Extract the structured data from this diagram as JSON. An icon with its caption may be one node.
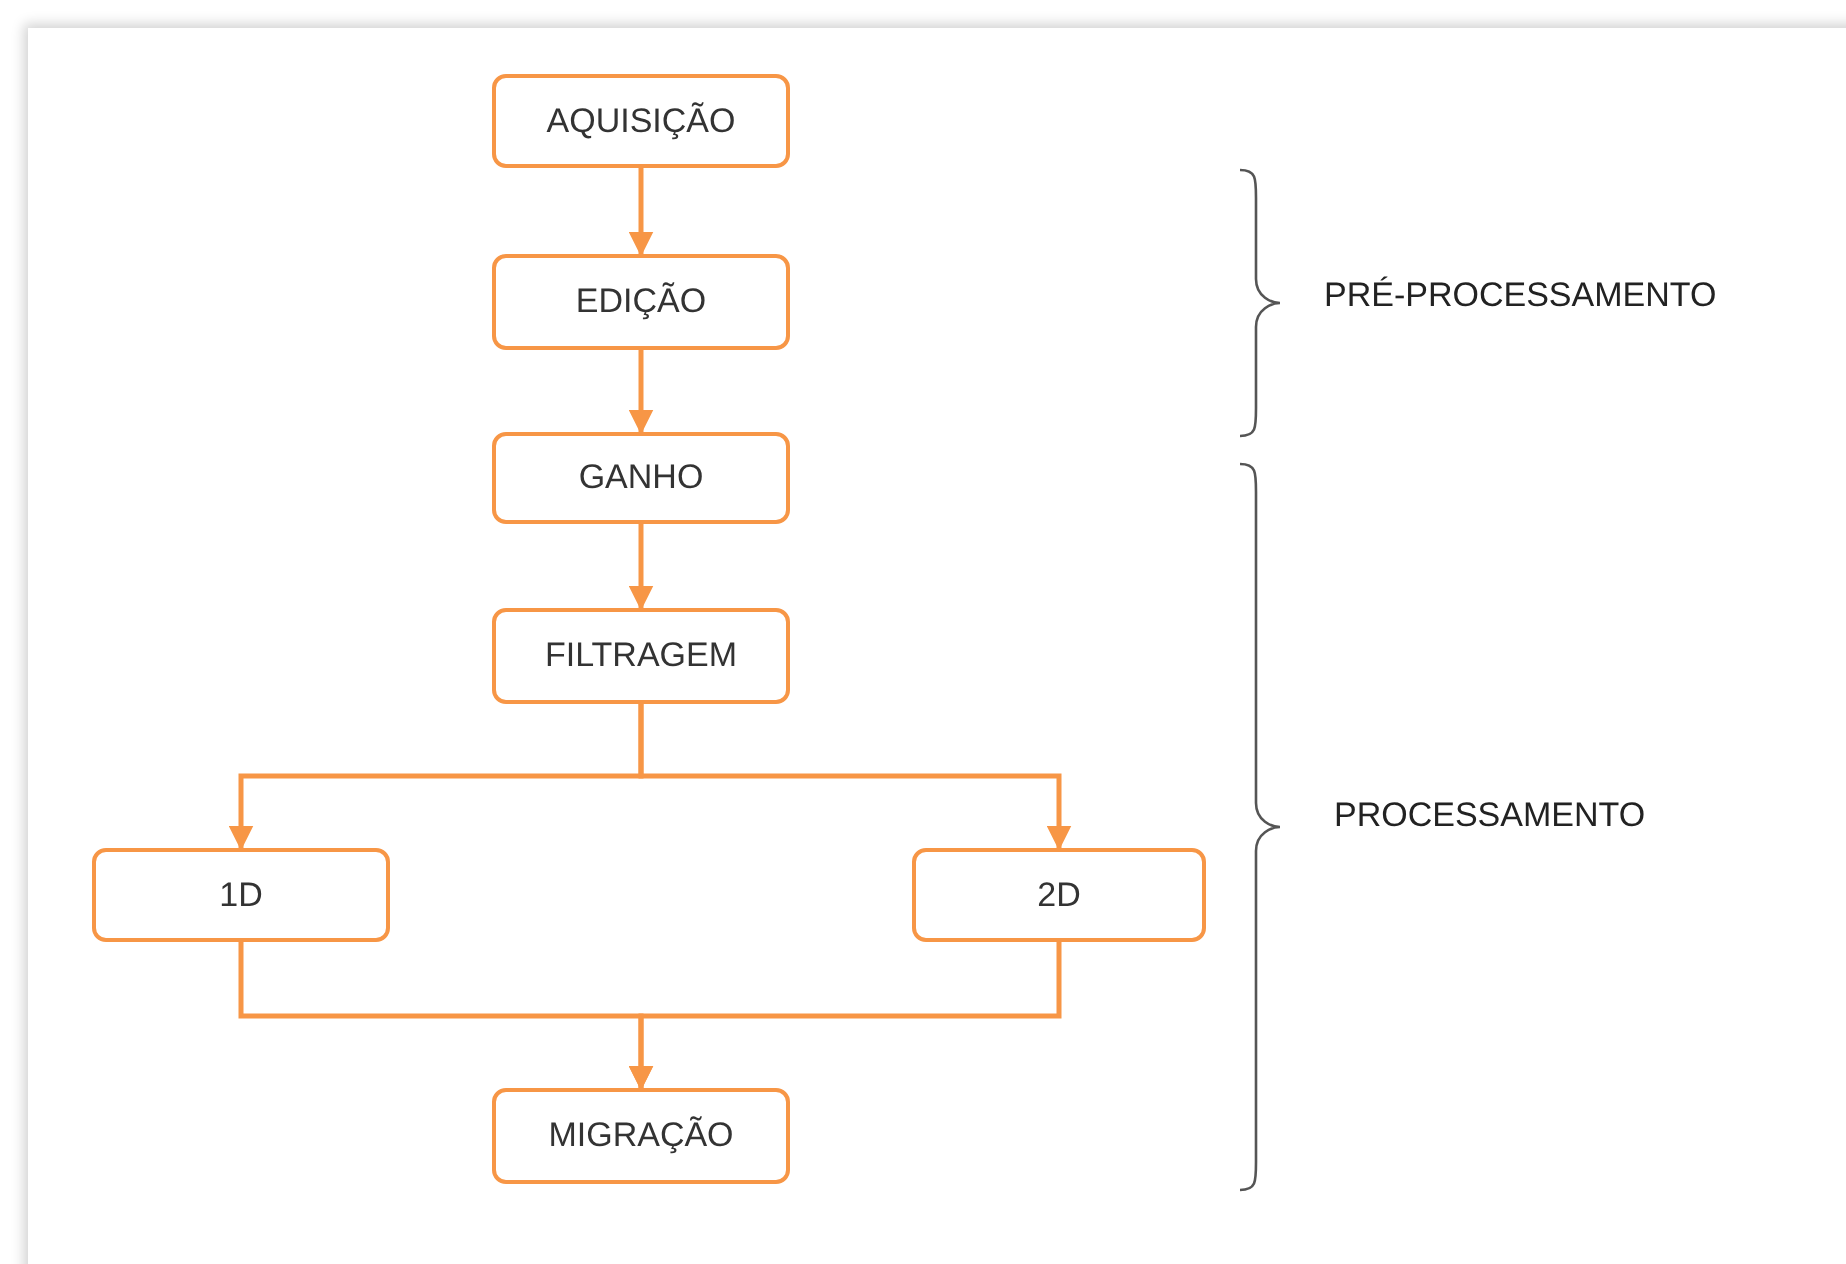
{
  "diagram": {
    "nodes": [
      {
        "text": [
          "AQUISIÇÃO"
        ]
      },
      {
        "text": [
          "EDIÇÃO"
        ]
      },
      {
        "text": [
          "GANHO"
        ]
      },
      {
        "text": [
          "FILTRAGEM"
        ]
      },
      {
        "text": [
          "1D"
        ]
      },
      {
        "text": [
          "2D"
        ]
      },
      {
        "text": [
          "MIGRAÇÃO"
        ]
      }
    ],
    "edges": [
      {
        "from": 0,
        "to": 1,
        "arrow": "to"
      },
      {
        "from": 1,
        "to": 2,
        "arrow": "to"
      },
      {
        "from": 2,
        "to": 3,
        "arrow": "to"
      },
      {
        "from": 3,
        "to": 4,
        "arrow": "to"
      },
      {
        "from": 3,
        "to": 5,
        "arrow": "to"
      },
      {
        "from": 4,
        "to": 6,
        "arrow": "to"
      },
      {
        "from": 5,
        "to": 6,
        "arrow": "to"
      }
    ],
    "labels": [
      "PRÉ-PROCESSAMENTO",
      "PROCESSAMENTO"
    ]
  }
}
